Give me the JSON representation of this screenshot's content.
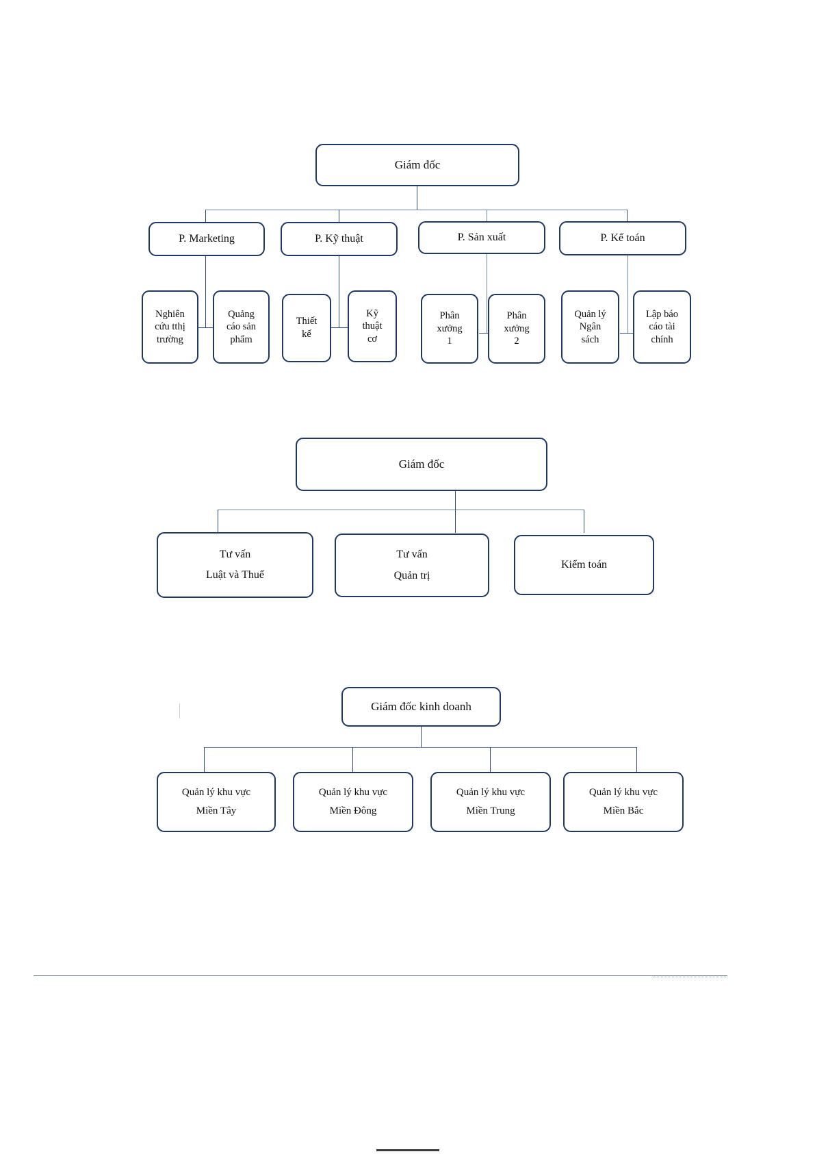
{
  "document": {
    "title": "So do to chuc",
    "page_background": "#ffffff",
    "box_border_color": "#1f3864",
    "connector_color": "#2b4a7d"
  },
  "charts": [
    {
      "id": "chart-functional",
      "root": {
        "label": "Giám đốc"
      },
      "departments": [
        {
          "label": "P. Marketing",
          "children": [
            {
              "lines": [
                "Nghiên",
                "cứu tthị",
                "trường"
              ]
            },
            {
              "lines": [
                "Quảng",
                "cáo sản",
                "phẩm"
              ]
            }
          ]
        },
        {
          "label": "P. Kỹ thuật",
          "children": [
            {
              "lines": [
                "Thiết",
                "kế"
              ]
            },
            {
              "lines": [
                "Kỹ",
                "thuật",
                "cơ"
              ]
            }
          ]
        },
        {
          "label": "P. Sản xuất",
          "children": [
            {
              "lines": [
                "Phân",
                "xưởng",
                "1"
              ]
            },
            {
              "lines": [
                "Phân",
                "xưởng",
                "2"
              ]
            }
          ]
        },
        {
          "label": "P. Kế toán",
          "children": [
            {
              "lines": [
                "Quản lý",
                "Ngân",
                "sách"
              ]
            },
            {
              "lines": [
                "Lập báo",
                "cáo tài",
                "chính"
              ]
            }
          ]
        }
      ]
    },
    {
      "id": "chart-advisory",
      "root": {
        "label": "Giám đốc"
      },
      "children": [
        {
          "lines": [
            "Tư vấn",
            "",
            "Luật và Thuế"
          ]
        },
        {
          "lines": [
            "Tư vấn",
            "",
            "Quản trị"
          ]
        },
        {
          "lines": [
            "Kiểm toán"
          ]
        }
      ]
    },
    {
      "id": "chart-sales",
      "root": {
        "label": "Giám đốc kinh doanh"
      },
      "children": [
        {
          "lines": [
            "Quản lý khu vực",
            "",
            "Miền Tây"
          ]
        },
        {
          "lines": [
            "Quản lý khu vực",
            "",
            "Miền Đông"
          ]
        },
        {
          "lines": [
            "Quản lý khu vực",
            "",
            "Miền Trung"
          ]
        },
        {
          "lines": [
            "Quản lý khu vực",
            "",
            "Miền Bắc"
          ]
        }
      ]
    }
  ]
}
